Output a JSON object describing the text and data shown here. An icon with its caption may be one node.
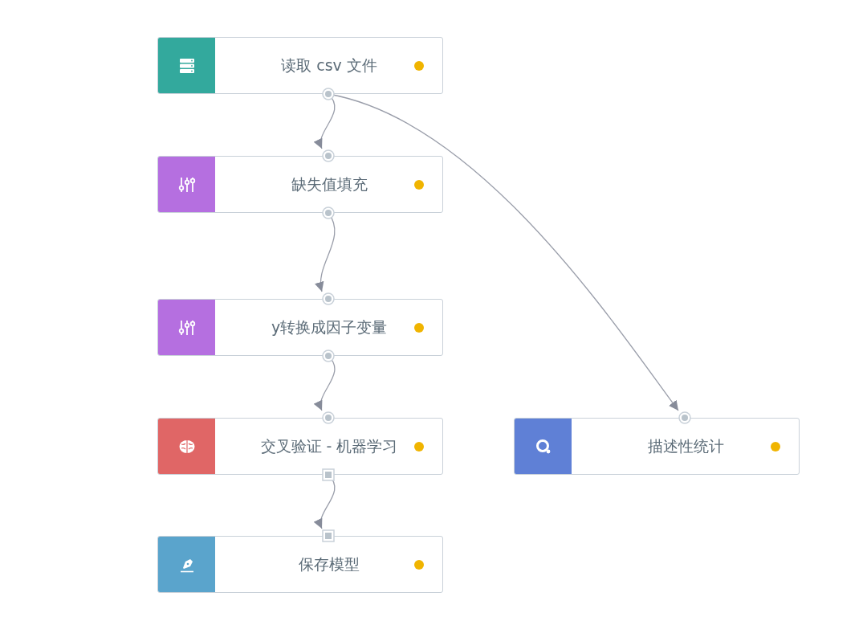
{
  "diagram": {
    "nodes": [
      {
        "text": [
          "读取 csv 文件"
        ]
      },
      {
        "text": [
          "缺失值填充"
        ]
      },
      {
        "text": [
          "y转换成因子变量"
        ]
      },
      {
        "text": [
          "交叉验证 - 机器学习"
        ]
      },
      {
        "text": [
          "保存模型"
        ]
      },
      {
        "text": [
          "描述性统计"
        ]
      }
    ],
    "edges": [
      {
        "from": 0,
        "to": 1,
        "arrow": "to"
      },
      {
        "from": 1,
        "to": 2,
        "arrow": "to"
      },
      {
        "from": 2,
        "to": 3,
        "arrow": "to"
      },
      {
        "from": 3,
        "to": 4,
        "arrow": "to"
      },
      {
        "from": 0,
        "to": 5,
        "arrow": "to"
      }
    ]
  }
}
